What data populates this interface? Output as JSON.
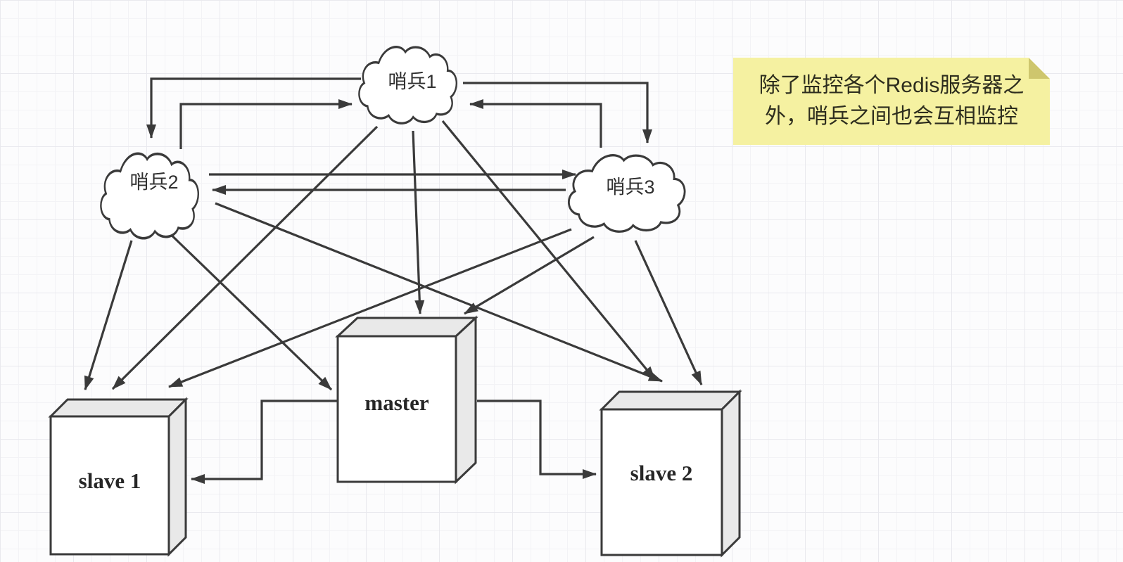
{
  "diagram": {
    "type": "redis-sentinel-topology",
    "nodes": {
      "sentinel1": {
        "label": "哨兵1",
        "shape": "cloud"
      },
      "sentinel2": {
        "label": "哨兵2",
        "shape": "cloud"
      },
      "sentinel3": {
        "label": "哨兵3",
        "shape": "cloud"
      },
      "master": {
        "label": "master",
        "shape": "cube"
      },
      "slave1": {
        "label": "slave 1",
        "shape": "cube"
      },
      "slave2": {
        "label": "slave 2",
        "shape": "cube"
      }
    },
    "edges": [
      {
        "from": "sentinel1",
        "to": "sentinel2"
      },
      {
        "from": "sentinel2",
        "to": "sentinel1"
      },
      {
        "from": "sentinel1",
        "to": "sentinel3"
      },
      {
        "from": "sentinel3",
        "to": "sentinel1"
      },
      {
        "from": "sentinel2",
        "to": "sentinel3"
      },
      {
        "from": "sentinel3",
        "to": "sentinel2"
      },
      {
        "from": "sentinel1",
        "to": "master"
      },
      {
        "from": "sentinel1",
        "to": "slave1"
      },
      {
        "from": "sentinel1",
        "to": "slave2"
      },
      {
        "from": "sentinel2",
        "to": "master"
      },
      {
        "from": "sentinel2",
        "to": "slave1"
      },
      {
        "from": "sentinel2",
        "to": "slave2"
      },
      {
        "from": "sentinel3",
        "to": "master"
      },
      {
        "from": "sentinel3",
        "to": "slave1"
      },
      {
        "from": "sentinel3",
        "to": "slave2"
      },
      {
        "from": "master",
        "to": "slave1"
      },
      {
        "from": "master",
        "to": "slave2"
      }
    ],
    "note": {
      "line1": "除了监控各个Redis服务器之",
      "line2": "外，哨兵之间也会互相监控"
    },
    "colors": {
      "line": "#3a3a3a",
      "box_front": "#ffffff",
      "box_shade": "#e9e9e9",
      "note_background": "#f5f1a1",
      "note_fold": "#cec66d",
      "grid_minor": "#f3f3f6",
      "grid_major": "#e9e9ee",
      "background": "#fcfcfd"
    }
  }
}
